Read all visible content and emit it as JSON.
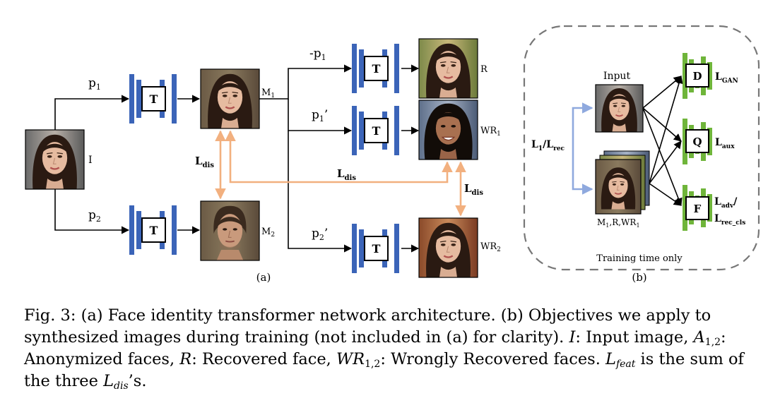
{
  "panel_a": {
    "input_label": "I",
    "p1": "p",
    "p1_sub": "1",
    "p2": "p",
    "p2_sub": "2",
    "neg_p1": "-p",
    "neg_p1_sub": "1",
    "p1_prime": "p",
    "p1_prime_sub": "1",
    "p1_prime_mark": "’",
    "p2_prime": "p",
    "p2_prime_sub": "2",
    "p2_prime_mark": "’",
    "transformer_label": "T",
    "m1": "M",
    "m1_sub": "1",
    "m2": "M",
    "m2_sub": "2",
    "r": "R",
    "wr1": "WR",
    "wr1_sub": "1",
    "wr2": "WR",
    "wr2_sub": "2",
    "ldis": "L",
    "ldis_sub": "dis",
    "panel_label": "(a)"
  },
  "panel_b": {
    "input_label": "Input",
    "stack_label": "M",
    "stack_label_sub": "1",
    "stack_label_rest": ",R,WR",
    "stack_label_sub2": "1",
    "loss_l1": "L",
    "loss_l1_sub": "1",
    "loss_lrec": "/L",
    "loss_lrec_sub": "rec",
    "d_label": "D",
    "q_label": "Q",
    "f_label": "F",
    "lgan": "L",
    "lgan_sub": "GAN",
    "laux": "L",
    "laux_sub": "aux",
    "ladv": "L",
    "ladv_sub": "adv",
    "ladv_slash": "/",
    "lrec_cls": "L",
    "lrec_cls_sub": "rec_cls",
    "training_note": "Training time only",
    "panel_label": "(b)"
  },
  "caption": {
    "fig": "Fig. 3:",
    "part1": " (a) Face identity transformer network architecture. (b) Objectives we apply to synthesized images during training (not included in (a) for clarity). ",
    "I": "I",
    "part2": ": Input image, ",
    "A": "A",
    "A_sub": "1,2",
    "part3": ": Anonymized faces, ",
    "R": "R",
    "part4": ": Recovered face, ",
    "WR": "WR",
    "WR_sub": "1,2",
    "part5": ": Wrongly Recovered faces. ",
    "Lfeat": "L",
    "Lfeat_sub": "feat",
    "part6": " is the sum of the three ",
    "Ldis": "L",
    "Ldis_sub": "dis",
    "part7": "’s."
  },
  "colors": {
    "transformer_blue": "#3b64b8",
    "discriminator_green": "#6fb53a",
    "dis_arrow": "#f2b07f",
    "l1_arrow": "#8fa9de",
    "dashed_border": "#777777"
  }
}
